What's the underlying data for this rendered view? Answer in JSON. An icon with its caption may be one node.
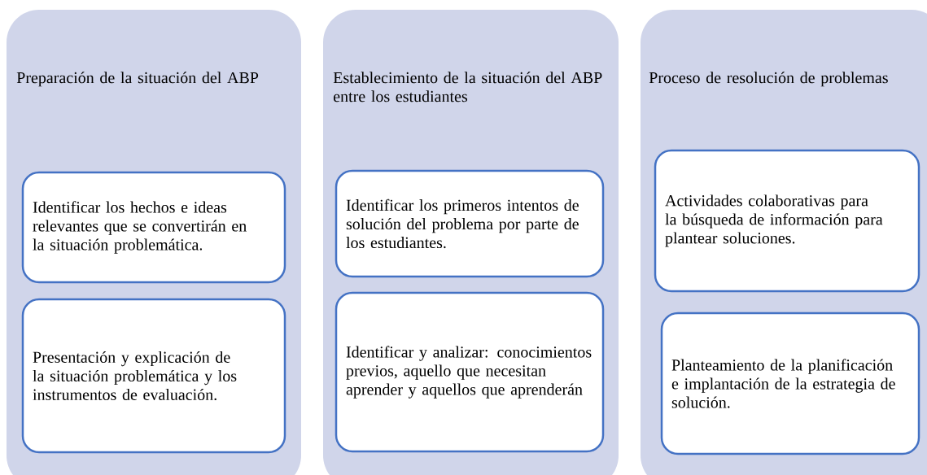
{
  "diagram": {
    "nodes": [
      {
        "text": [
          "Preparación de la situación del ABP"
        ]
      },
      {
        "text": [
          "Identificar los hechos e ideas relevantes que se convertirán en la situación problemática."
        ],
        "in": 0
      },
      {
        "text": [
          "Presentación y explicación de la situación problemática y los instrumentos de evaluación."
        ],
        "in": 0
      },
      {
        "text": [
          "Establecimiento de la situación del ABP entre los estudiantes"
        ]
      },
      {
        "text": [
          "Identificar los primeros intentos de solución del problema por parte de los estudiantes."
        ],
        "in": 3
      },
      {
        "text": [
          "Identificar y analizar: conocimientos previos, aquello que necesitan aprender y aquellos que aprenderán"
        ],
        "in": 3
      },
      {
        "text": [
          "Proceso de resolución de problemas"
        ]
      },
      {
        "text": [
          "Actividades colaborativas para la búsqueda de información para plantear soluciones."
        ],
        "in": 6
      },
      {
        "text": [
          "Planteamiento de la planificación e implantación de la estrategia de solución."
        ],
        "in": 6
      }
    ]
  }
}
